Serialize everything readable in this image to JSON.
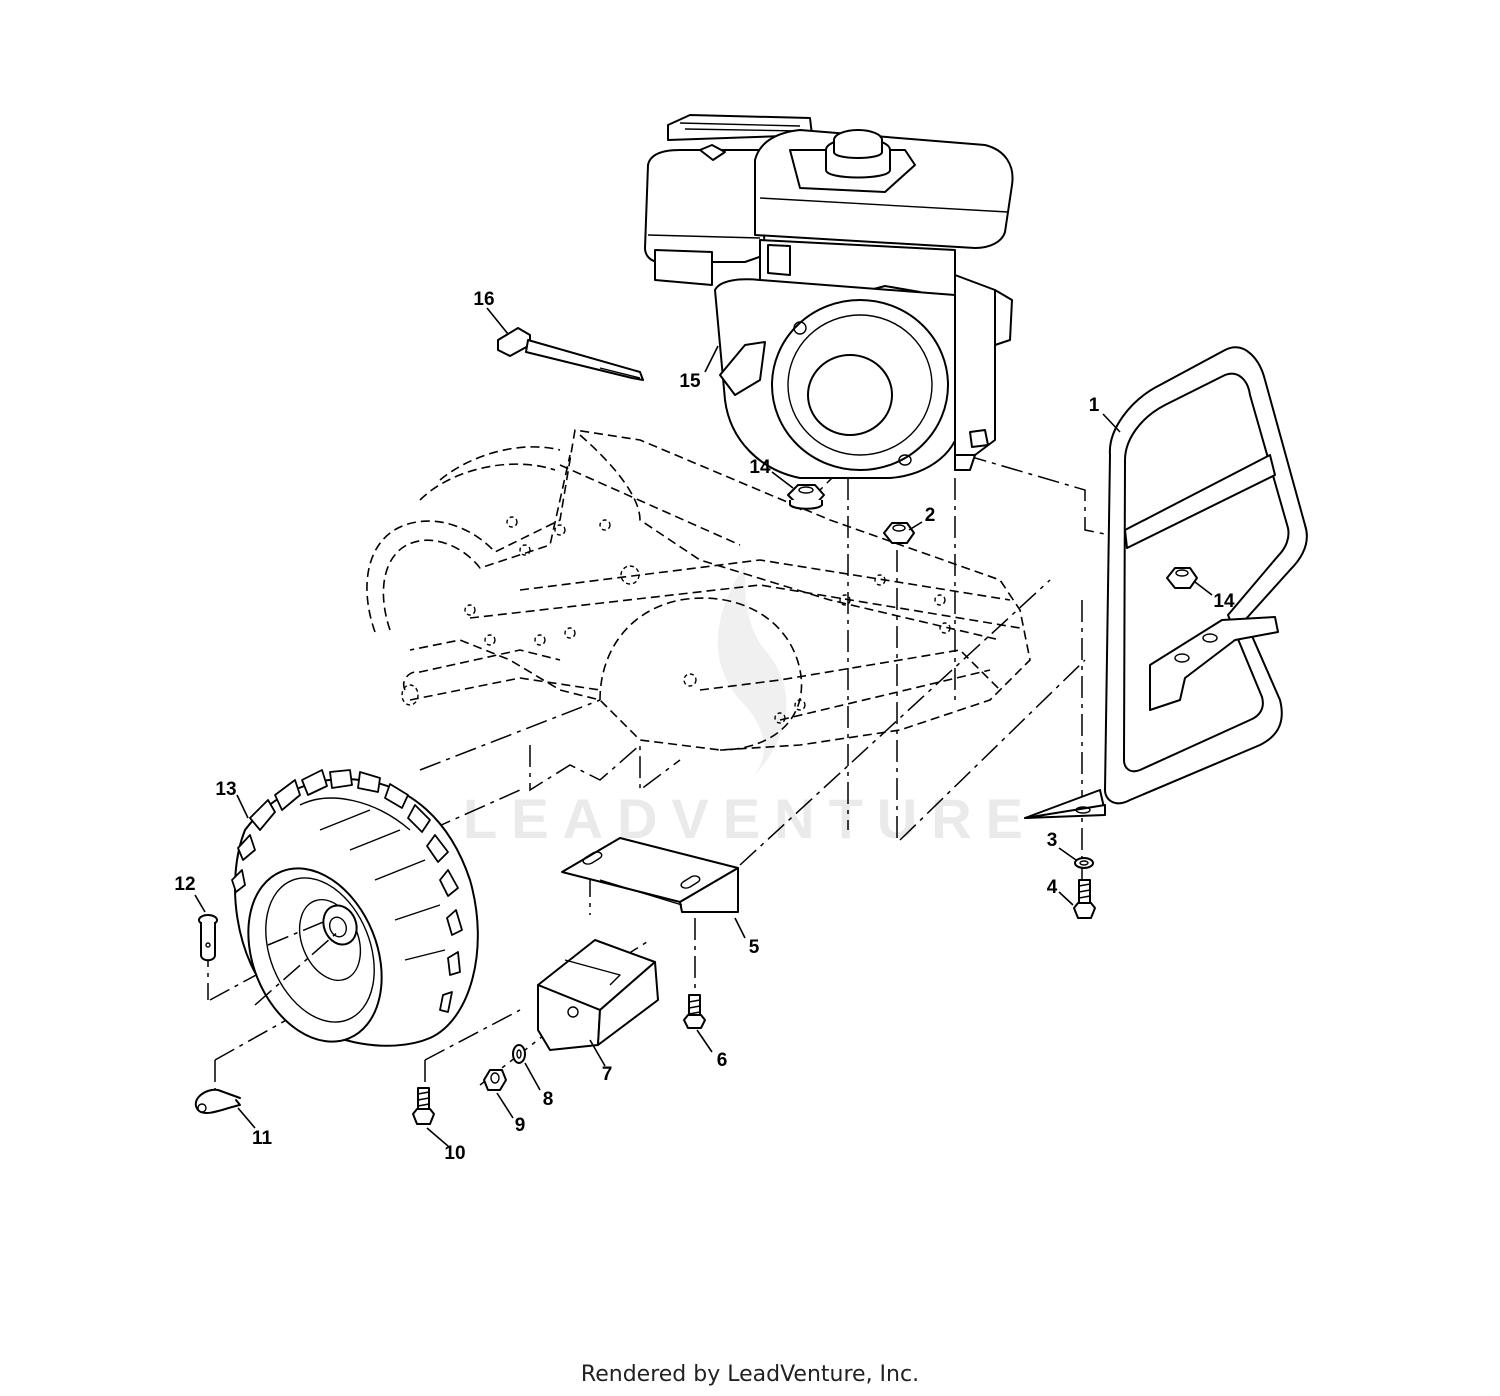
{
  "footer": {
    "text": "Rendered by LeadVenture, Inc."
  },
  "watermark": {
    "text": "LEADVENTURE"
  },
  "callouts": {
    "c1": "1",
    "c2": "2",
    "c3": "3",
    "c4": "4",
    "c5": "5",
    "c6": "6",
    "c7": "7",
    "c8": "8",
    "c9": "9",
    "c10": "10",
    "c11": "11",
    "c12": "12",
    "c13": "13",
    "c14a": "14",
    "c14b": "14",
    "c15": "15",
    "c16": "16"
  }
}
